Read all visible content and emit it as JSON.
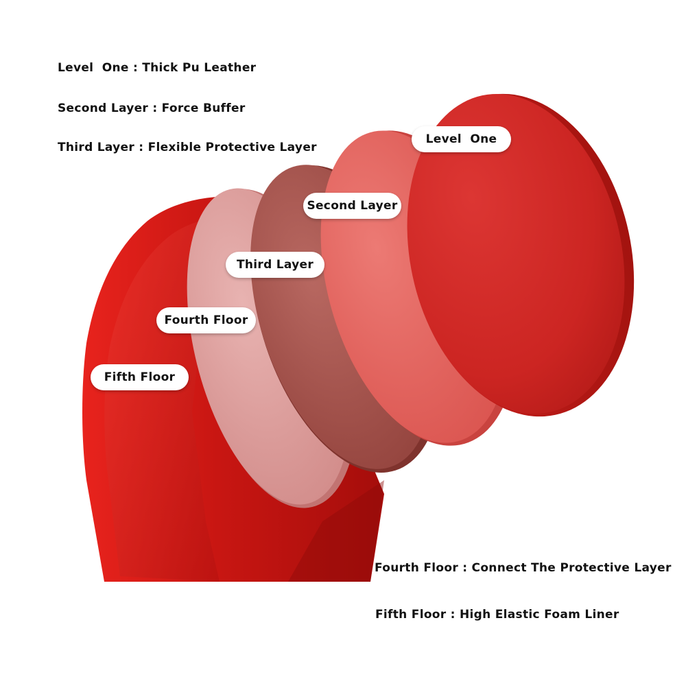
{
  "descriptions": [
    {
      "key": "level_one",
      "text": "Level  One : Thick Pu Leather"
    },
    {
      "key": "second_layer",
      "text": "Second Layer : Force Buffer"
    },
    {
      "key": "third_layer",
      "text": "Third Layer : Flexible Protective Layer"
    },
    {
      "key": "fourth_floor",
      "text": "Fourth Floor : Connect The Protective Layer"
    },
    {
      "key": "fifth_floor",
      "text": "Fifth Floor : High Elastic Foam Liner"
    }
  ],
  "callouts": {
    "level_one": "Level  One",
    "second_layer": "Second Layer",
    "third_layer": "Third Layer",
    "fourth_floor": "Fourth Floor",
    "fifth_floor": "Fifth Floor"
  },
  "colors": {
    "base_red": "#d21a16",
    "level_one": "#cf2a28",
    "second_layer": "#e3605c",
    "third_layer": "#a8504a",
    "fourth_floor": "#d99a98"
  }
}
